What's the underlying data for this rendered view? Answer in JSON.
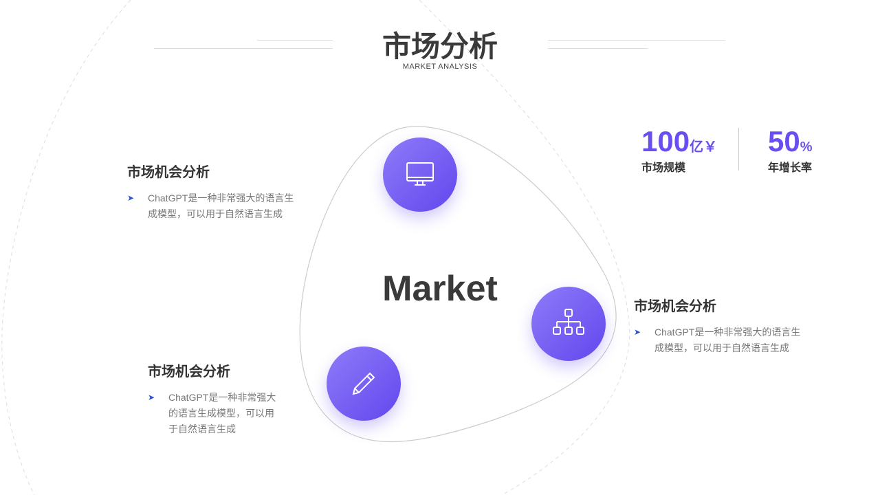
{
  "header": {
    "title": "市场分析",
    "subtitle": "MARKET ANALYSIS"
  },
  "center": {
    "label": "Market"
  },
  "blocks": [
    {
      "title": "市场机会分析",
      "text": "ChatGPT是一种非常强大的语言生成模型，可以用于自然语言生成"
    },
    {
      "title": "市场机会分析",
      "text": "ChatGPT是一种非常强大的语言生成模型，可以用于自然语言生成"
    },
    {
      "title": "市场机会分析",
      "text": "ChatGPT是一种非常强大的语言生成模型，可以用于自然语言生成"
    }
  ],
  "stats": [
    {
      "value": "100",
      "unit": "亿￥",
      "label": "市场规模"
    },
    {
      "value": "50",
      "unit": "%",
      "label": "年增长率"
    }
  ],
  "icons": [
    "monitor-icon",
    "org-chart-icon",
    "pencil-icon"
  ],
  "colors": {
    "accent": "#6a4ff0",
    "bullet": "#2a4fd8"
  }
}
